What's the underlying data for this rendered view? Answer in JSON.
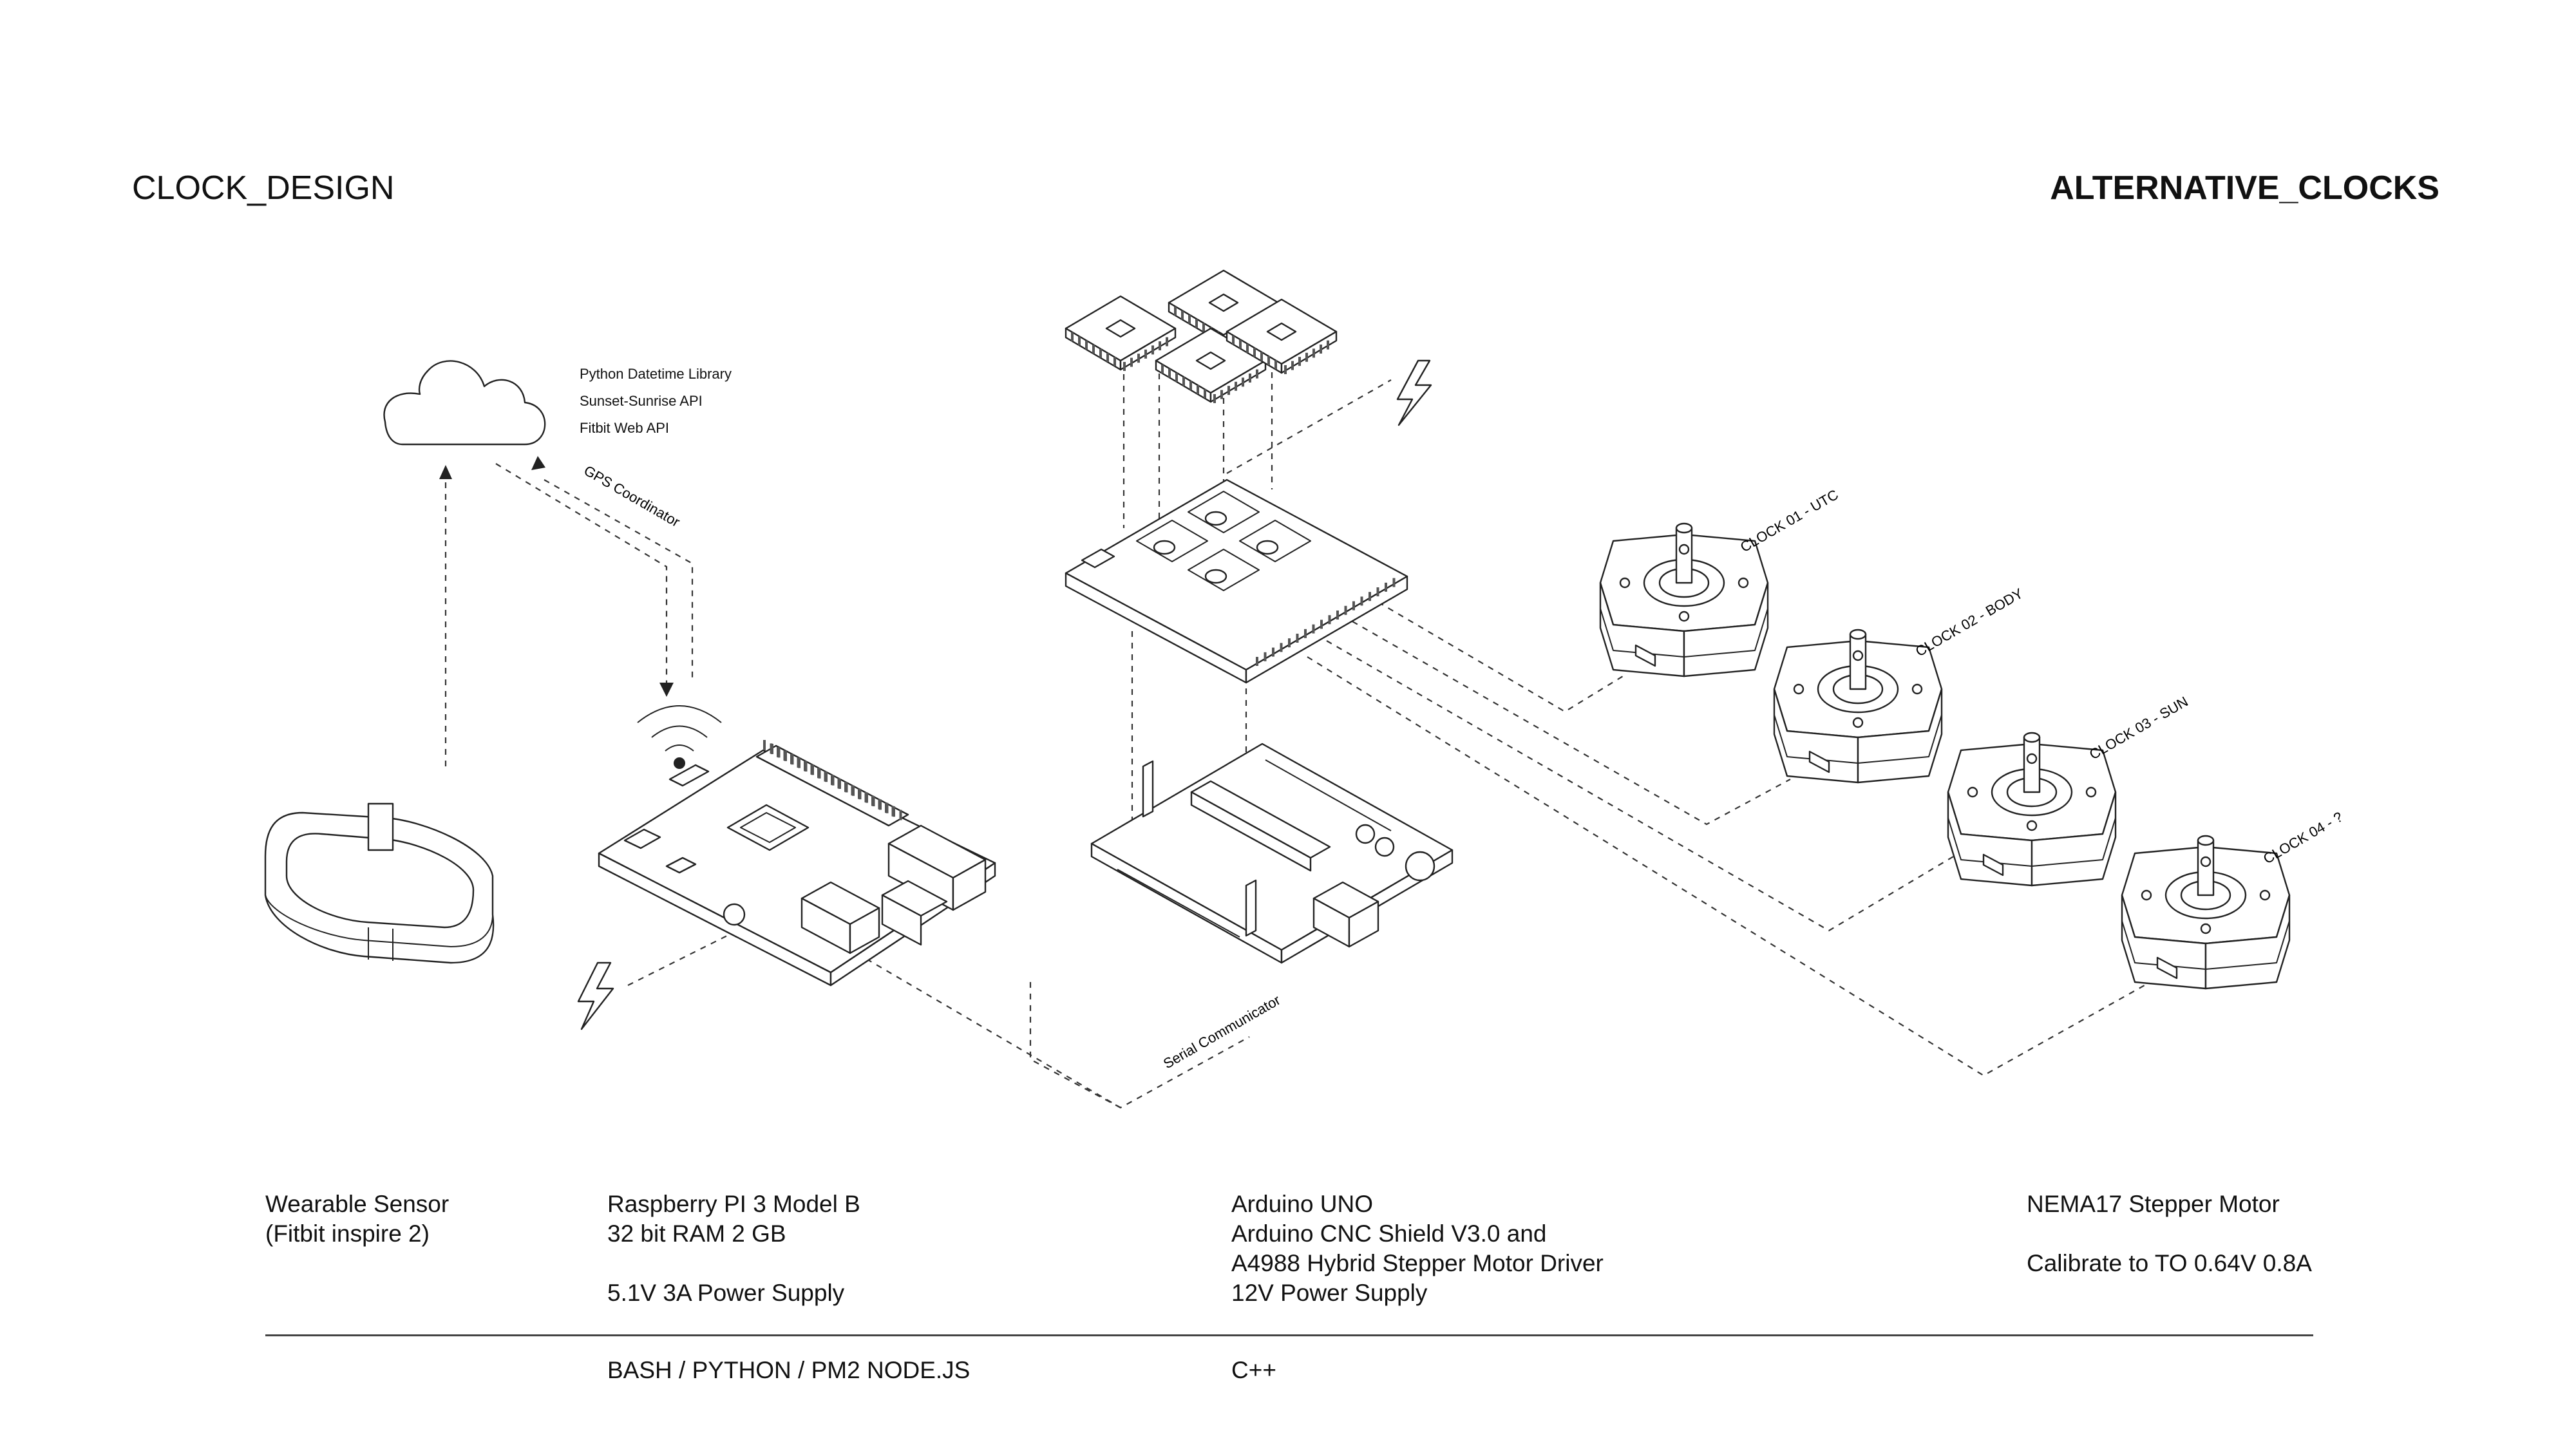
{
  "header": {
    "left_title": "CLOCK_DESIGN",
    "right_title": "ALTERNATIVE_CLOCKS"
  },
  "cloud_services": [
    "Python Datetime Library",
    "Sunset-Sunrise API",
    "Fitbit Web API"
  ],
  "connection_labels": {
    "gps": "GPS Coordinator",
    "serial": "Serial Communicator"
  },
  "clocks": [
    {
      "label": "CLOCK 01 - UTC"
    },
    {
      "label": "CLOCK 02 - BODY"
    },
    {
      "label": "CLOCK 03 - SUN"
    },
    {
      "label": "CLOCK 04 - ?"
    }
  ],
  "captions": {
    "wearable": [
      "Wearable Sensor",
      "(Fitbit inspire 2)"
    ],
    "raspberry": [
      "Raspberry PI 3 Model B",
      "32 bit RAM 2 GB",
      "",
      "5.1V 3A  Power Supply"
    ],
    "arduino": [
      "Arduino UNO",
      "Arduino CNC Shield V3.0 and",
      "A4988 Hybrid Stepper Motor Driver",
      "12V  Power Supply"
    ],
    "motor": [
      "NEMA17 Stepper Motor",
      "",
      "Calibrate to TO 0.64V 0.8A"
    ]
  },
  "software": {
    "raspberry": "BASH / PYTHON / PM2 NODE.JS",
    "arduino": "C++"
  },
  "colors": {
    "line": "#222222",
    "background": "#ffffff"
  }
}
